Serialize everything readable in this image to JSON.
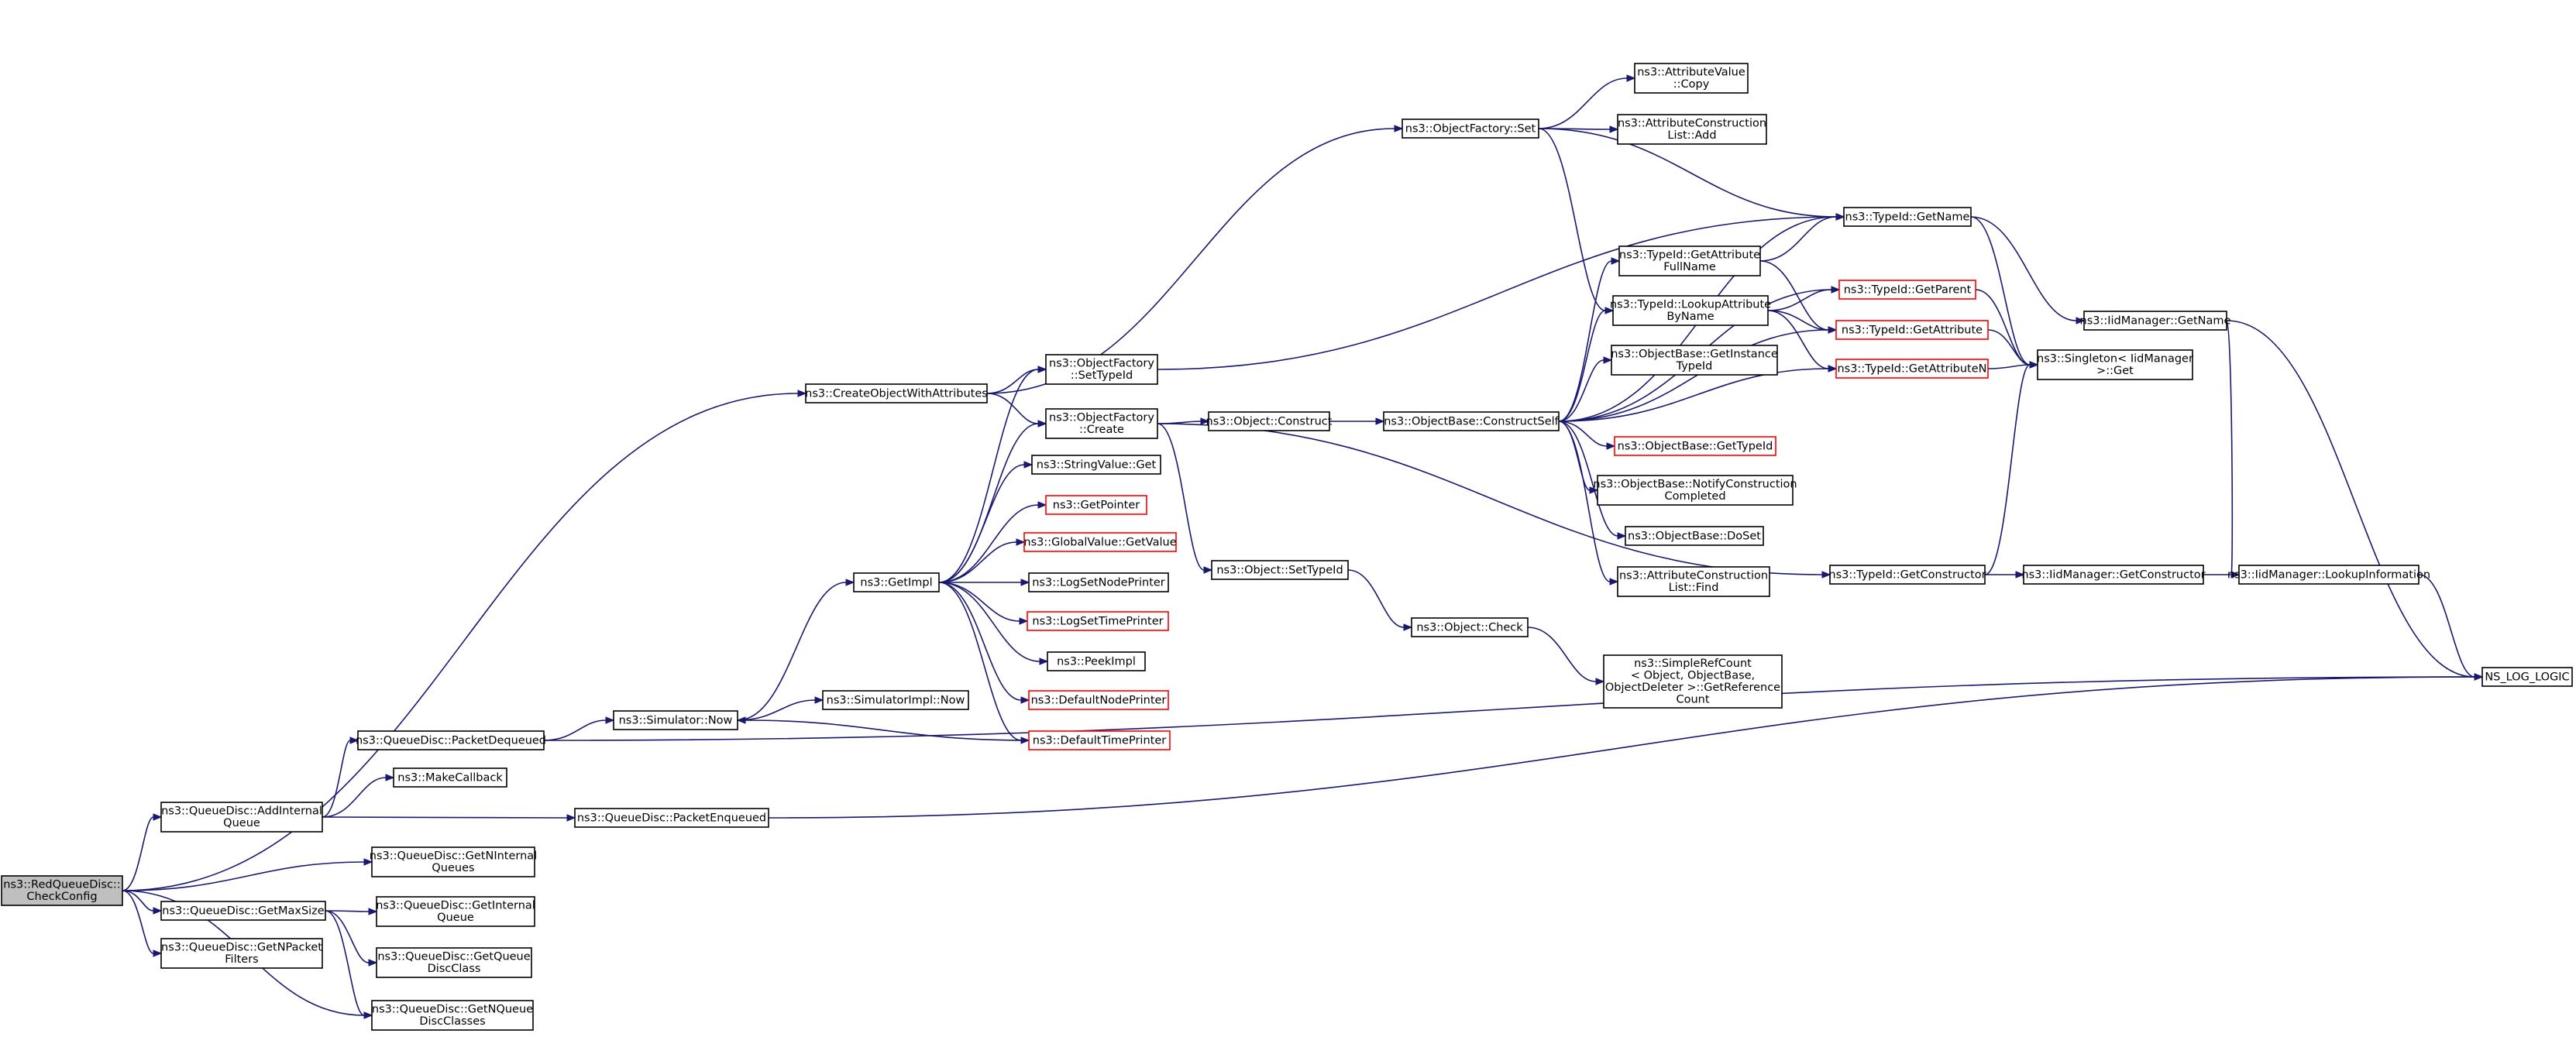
{
  "colors": {
    "edge": "#191970",
    "node_border": "#000000",
    "truncated_border": "#ff0000",
    "root_fill": "#bfbfbf",
    "background": "#ffffff"
  },
  "nodes": [
    {
      "id": "root",
      "lines": [
        "ns3::RedQueueDisc::",
        "CheckConfig"
      ],
      "style": "root"
    },
    {
      "id": "coa",
      "lines": [
        "ns3::CreateObjectWithAttributes"
      ]
    },
    {
      "id": "addq",
      "lines": [
        "ns3::QueueDisc::AddInternal",
        "Queue"
      ]
    },
    {
      "id": "getnint",
      "lines": [
        "ns3::QueueDisc::GetNInternal",
        "Queues"
      ]
    },
    {
      "id": "getmax",
      "lines": [
        "ns3::QueueDisc::GetMaxSize"
      ]
    },
    {
      "id": "getnpf",
      "lines": [
        "ns3::QueueDisc::GetNPacket",
        "Filters"
      ]
    },
    {
      "id": "getnqdc",
      "lines": [
        "ns3::QueueDisc::GetNQueue",
        "DiscClasses"
      ]
    },
    {
      "id": "pdeq",
      "lines": [
        "ns3::QueueDisc::PacketDequeued"
      ]
    },
    {
      "id": "mkcb",
      "lines": [
        "ns3::MakeCallback"
      ]
    },
    {
      "id": "penq",
      "lines": [
        "ns3::QueueDisc::PacketEnqueued"
      ]
    },
    {
      "id": "getint",
      "lines": [
        "ns3::QueueDisc::GetInternal",
        "Queue"
      ]
    },
    {
      "id": "getqdc",
      "lines": [
        "ns3::QueueDisc::GetQueue",
        "DiscClass"
      ]
    },
    {
      "id": "simnow",
      "lines": [
        "ns3::Simulator::Now"
      ]
    },
    {
      "id": "simimplnow",
      "lines": [
        "ns3::SimulatorImpl::Now"
      ]
    },
    {
      "id": "getimpl",
      "lines": [
        "ns3::GetImpl"
      ]
    },
    {
      "id": "ofsettid",
      "lines": [
        "ns3::ObjectFactory",
        "::SetTypeId"
      ]
    },
    {
      "id": "ofcreate",
      "lines": [
        "ns3::ObjectFactory",
        "::Create"
      ]
    },
    {
      "id": "svget",
      "lines": [
        "ns3::StringValue::Get"
      ]
    },
    {
      "id": "getptr",
      "lines": [
        "ns3::GetPointer"
      ],
      "style": "trunc"
    },
    {
      "id": "gvget",
      "lines": [
        "ns3::GlobalValue::GetValue"
      ],
      "style": "trunc"
    },
    {
      "id": "lsnp",
      "lines": [
        "ns3::LogSetNodePrinter"
      ]
    },
    {
      "id": "lstp",
      "lines": [
        "ns3::LogSetTimePrinter"
      ],
      "style": "trunc"
    },
    {
      "id": "peek",
      "lines": [
        "ns3::PeekImpl"
      ]
    },
    {
      "id": "dnp",
      "lines": [
        "ns3::DefaultNodePrinter"
      ],
      "style": "trunc"
    },
    {
      "id": "dtp",
      "lines": [
        "ns3::DefaultTimePrinter"
      ],
      "style": "trunc"
    },
    {
      "id": "ofset",
      "lines": [
        "ns3::ObjectFactory::Set"
      ]
    },
    {
      "id": "objconstruct",
      "lines": [
        "ns3::Object::Construct"
      ]
    },
    {
      "id": "objsettid",
      "lines": [
        "ns3::Object::SetTypeId"
      ]
    },
    {
      "id": "objcheck",
      "lines": [
        "ns3::Object::Check"
      ]
    },
    {
      "id": "obcs",
      "lines": [
        "ns3::ObjectBase::ConstructSelf"
      ]
    },
    {
      "id": "avcopy",
      "lines": [
        "ns3::AttributeValue",
        "::Copy"
      ]
    },
    {
      "id": "acladd",
      "lines": [
        "ns3::AttributeConstruction",
        "List::Add"
      ]
    },
    {
      "id": "tidgafn",
      "lines": [
        "ns3::TypeId::GetAttribute",
        "FullName"
      ]
    },
    {
      "id": "tidlabn",
      "lines": [
        "ns3::TypeId::LookupAttribute",
        "ByName"
      ]
    },
    {
      "id": "obgit",
      "lines": [
        "ns3::ObjectBase::GetInstance",
        "TypeId"
      ]
    },
    {
      "id": "obgtid",
      "lines": [
        "ns3::ObjectBase::GetTypeId"
      ],
      "style": "trunc"
    },
    {
      "id": "obncc",
      "lines": [
        "ns3::ObjectBase::NotifyConstruction",
        "Completed"
      ]
    },
    {
      "id": "obdoset",
      "lines": [
        "ns3::ObjectBase::DoSet"
      ]
    },
    {
      "id": "aclfind",
      "lines": [
        "ns3::AttributeConstruction",
        "List::Find"
      ]
    },
    {
      "id": "srcgrc",
      "lines": [
        "ns3::SimpleRefCount",
        "< Object, ObjectBase,",
        "ObjectDeleter >::GetReference",
        "Count"
      ]
    },
    {
      "id": "tidgetname",
      "lines": [
        "ns3::TypeId::GetName"
      ]
    },
    {
      "id": "tidgetparent",
      "lines": [
        "ns3::TypeId::GetParent"
      ],
      "style": "trunc"
    },
    {
      "id": "tidgetattr",
      "lines": [
        "ns3::TypeId::GetAttribute"
      ],
      "style": "trunc"
    },
    {
      "id": "tidgetattrn",
      "lines": [
        "ns3::TypeId::GetAttributeN"
      ],
      "style": "trunc"
    },
    {
      "id": "tidgetctor",
      "lines": [
        "ns3::TypeId::GetConstructor"
      ]
    },
    {
      "id": "iidgetname",
      "lines": [
        "ns3::IidManager::GetName"
      ]
    },
    {
      "id": "singget",
      "lines": [
        "ns3::Singleton< IidManager",
        ">::Get"
      ]
    },
    {
      "id": "iidgetctor",
      "lines": [
        "ns3::IidManager::GetConstructor"
      ]
    },
    {
      "id": "iidlookup",
      "lines": [
        "ns3::IidManager::LookupInformation"
      ]
    },
    {
      "id": "nslog",
      "lines": [
        "NS_LOG_LOGIC"
      ]
    }
  ],
  "edges": [
    [
      "root",
      "coa"
    ],
    [
      "root",
      "addq"
    ],
    [
      "root",
      "getnint"
    ],
    [
      "root",
      "getmax"
    ],
    [
      "root",
      "getnpf"
    ],
    [
      "root",
      "getnqdc"
    ],
    [
      "addq",
      "pdeq"
    ],
    [
      "addq",
      "mkcb"
    ],
    [
      "addq",
      "penq"
    ],
    [
      "getmax",
      "getint"
    ],
    [
      "getmax",
      "getqdc"
    ],
    [
      "getmax",
      "getnqdc"
    ],
    [
      "coa",
      "ofsettid"
    ],
    [
      "coa",
      "ofcreate"
    ],
    [
      "coa",
      "ofset"
    ],
    [
      "pdeq",
      "simnow"
    ],
    [
      "pdeq",
      "nslog"
    ],
    [
      "penq",
      "nslog"
    ],
    [
      "simnow",
      "simimplnow"
    ],
    [
      "simnow",
      "getimpl"
    ],
    [
      "getimpl",
      "ofsettid"
    ],
    [
      "getimpl",
      "ofcreate"
    ],
    [
      "getimpl",
      "svget"
    ],
    [
      "getimpl",
      "getptr"
    ],
    [
      "getimpl",
      "gvget"
    ],
    [
      "getimpl",
      "lsnp"
    ],
    [
      "getimpl",
      "lstp"
    ],
    [
      "getimpl",
      "peek"
    ],
    [
      "getimpl",
      "dnp"
    ],
    [
      "getimpl",
      "dtp"
    ],
    [
      "dtp",
      "simnow"
    ],
    [
      "ofsettid",
      "tidgetname"
    ],
    [
      "ofcreate",
      "objconstruct"
    ],
    [
      "ofcreate",
      "objsettid"
    ],
    [
      "ofcreate",
      "tidgetctor"
    ],
    [
      "objconstruct",
      "obcs"
    ],
    [
      "objsettid",
      "objcheck"
    ],
    [
      "objcheck",
      "srcgrc"
    ],
    [
      "ofset",
      "avcopy"
    ],
    [
      "ofset",
      "acladd"
    ],
    [
      "ofset",
      "tidlabn"
    ],
    [
      "ofset",
      "tidgetname"
    ],
    [
      "obcs",
      "tidgafn"
    ],
    [
      "obcs",
      "tidlabn"
    ],
    [
      "obcs",
      "obgit"
    ],
    [
      "obcs",
      "obgtid"
    ],
    [
      "obcs",
      "obncc"
    ],
    [
      "obcs",
      "obdoset"
    ],
    [
      "obcs",
      "aclfind"
    ],
    [
      "obcs",
      "tidgetname"
    ],
    [
      "obcs",
      "tidgetparent"
    ],
    [
      "obcs",
      "tidgetattr"
    ],
    [
      "obcs",
      "tidgetattrn"
    ],
    [
      "tidgafn",
      "tidgetname"
    ],
    [
      "tidgafn",
      "tidgetattr"
    ],
    [
      "tidlabn",
      "tidgetparent"
    ],
    [
      "tidlabn",
      "tidgetattr"
    ],
    [
      "tidlabn",
      "tidgetattrn"
    ],
    [
      "tidgetname",
      "iidgetname"
    ],
    [
      "tidgetname",
      "singget"
    ],
    [
      "tidgetparent",
      "singget"
    ],
    [
      "tidgetattr",
      "singget"
    ],
    [
      "tidgetattrn",
      "singget"
    ],
    [
      "tidgetctor",
      "iidgetctor"
    ],
    [
      "tidgetctor",
      "singget"
    ],
    [
      "iidgetname",
      "iidlookup"
    ],
    [
      "iidgetname",
      "nslog"
    ],
    [
      "iidgetctor",
      "iidlookup"
    ],
    [
      "iidlookup",
      "nslog"
    ]
  ]
}
